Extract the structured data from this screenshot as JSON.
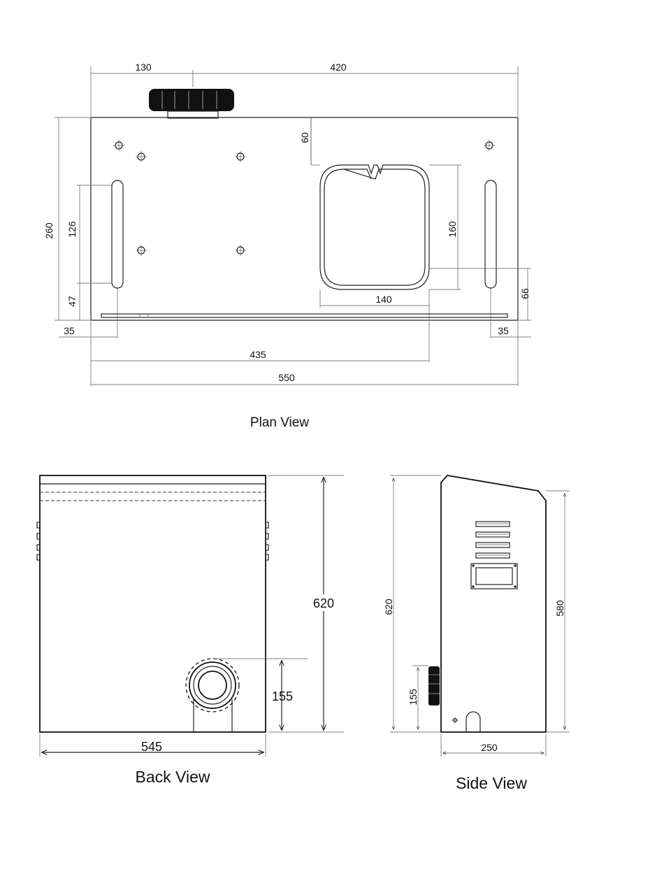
{
  "plan_view": {
    "caption": "Plan View",
    "dimensions": [
      "130",
      "420",
      "60",
      "260",
      "126",
      "160",
      "47",
      "66",
      "140",
      "35",
      "35",
      "435",
      "550"
    ]
  },
  "back_view": {
    "caption": "Back View",
    "dimensions": [
      "620",
      "155",
      "545"
    ]
  },
  "side_view": {
    "caption": "Side View",
    "dimensions": [
      "620",
      "580",
      "155",
      "250"
    ]
  }
}
